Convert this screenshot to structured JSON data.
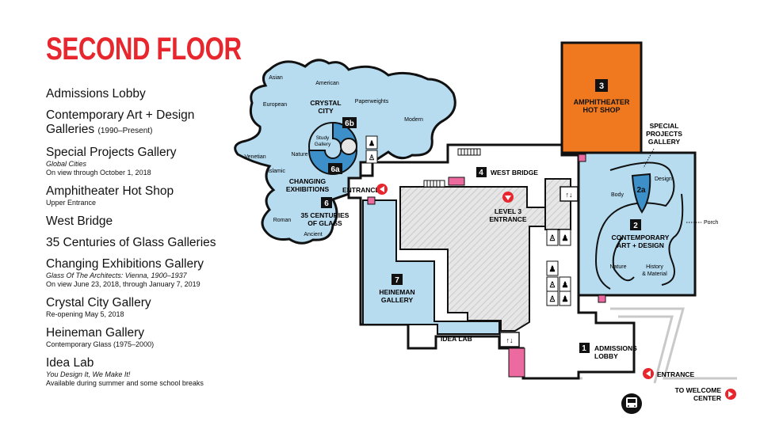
{
  "title": "SECOND FLOOR",
  "legend": [
    {
      "name": "Admissions Lobby"
    },
    {
      "name": "Contemporary Art + Design",
      "name2": "Galleries",
      "name_small": "(1990–Present)"
    },
    {
      "name": "Special Projects Gallery",
      "sub_italic": "Global Cities",
      "sub": "On view through October 1, 2018"
    },
    {
      "name": "Amphitheater Hot Shop",
      "sub": "Upper Entrance"
    },
    {
      "name": "West Bridge"
    },
    {
      "name": "35 Centuries of Glass Galleries"
    },
    {
      "name": "Changing Exhibitions Gallery",
      "sub_italic": "Glass Of The Architects: Vienna, 1900–1937",
      "sub": "On view June 23, 2018, through January 7, 2019"
    },
    {
      "name": "Crystal City Gallery",
      "sub": "Re-opening May 5, 2018"
    },
    {
      "name": "Heineman Gallery",
      "sub": "Contemporary Glass (1975–2000)"
    },
    {
      "name": "Idea Lab",
      "sub_italic": "You Design It, We Make It!",
      "sub": "Available during summer and some school breaks"
    }
  ],
  "map": {
    "colors": {
      "gallery": "#b7dcf0",
      "accent": "#e8262d",
      "hotshop": "#f0791f",
      "dark_blue": "#3d8fc9",
      "pink": "#ec6a9f"
    },
    "areas": {
      "hotshop": {
        "number": "3",
        "line1": "AMPHITHEATER",
        "line2": "HOT SHOP"
      },
      "special": {
        "line1": "SPECIAL",
        "line2": "PROJECTS",
        "line3": "GALLERY"
      },
      "contemporary": {
        "number": "2",
        "line1": "CONTEMPORARY",
        "line2": "ART + DESIGN"
      },
      "sub2a": "2a",
      "west_bridge": {
        "number": "4",
        "label": "WEST BRIDGE"
      },
      "level3": {
        "line1": "LEVEL 3",
        "line2": "ENTRANCE"
      },
      "heineman": {
        "number": "7",
        "line1": "HEINEMAN",
        "line2": "GALLERY"
      },
      "idea_lab": "IDEA LAB",
      "admissions": {
        "number": "1",
        "line1": "ADMISSIONS",
        "line2": "LOBBY"
      },
      "entrance_left": "ENTRANCE",
      "entrance_right": "ENTRANCE",
      "welcome": {
        "line1": "TO WELCOME",
        "line2": "CENTER"
      },
      "crystal": {
        "line1": "CRYSTAL",
        "line2": "CITY",
        "sub6b": "6b"
      },
      "changing": {
        "line1": "CHANGING",
        "line2": "EXHIBITIONS",
        "sub6a": "6a"
      },
      "centuries": {
        "number": "6",
        "line1": "35 CENTURIES",
        "line2": "OF GLASS"
      },
      "study": {
        "line1": "Study",
        "line2": "Gallery"
      }
    },
    "small_labels": {
      "asian": "Asian",
      "american": "American",
      "european": "European",
      "paperweights": "Paperweights",
      "modern": "Modern",
      "nature_left": "Nature",
      "venetian": "Venetian",
      "islamic": "Islamic",
      "roman": "Roman",
      "ancient": "Ancient",
      "body": "Body",
      "design": "Design",
      "porch": "Porch",
      "nature_right": "Nature",
      "history1": "History",
      "history2": "& Material"
    },
    "elevator_symbol": "↑↓"
  }
}
